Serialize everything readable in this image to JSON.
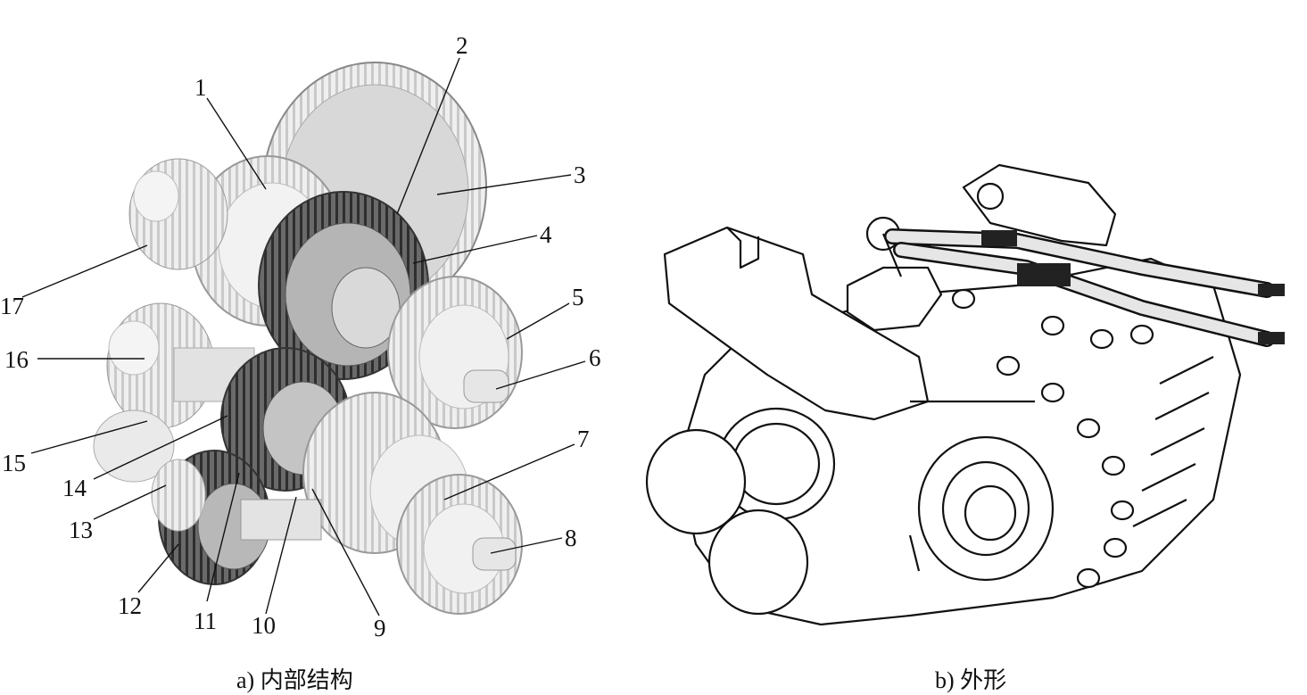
{
  "figure": {
    "panel_a": {
      "caption": "a) 内部结构",
      "callouts": [
        "1",
        "2",
        "3",
        "4",
        "5",
        "6",
        "7",
        "8",
        "9",
        "10",
        "11",
        "12",
        "13",
        "14",
        "15",
        "16",
        "17"
      ]
    },
    "panel_b": {
      "caption": "b) 外形"
    }
  },
  "colors": {
    "line": "#111111",
    "gear_light": "#e6e6e6",
    "gear_mid": "#cfcfcf",
    "gear_dark": "#8a8a8a",
    "gear_darkest": "#555555",
    "cable": "#222222"
  }
}
